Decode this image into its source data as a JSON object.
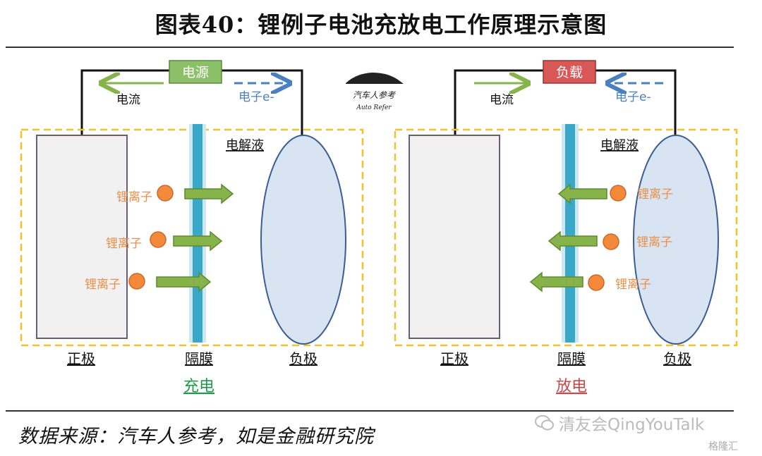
{
  "title": "图表40：锂例子电池充放电工作原理示意图",
  "logo": {
    "cn": "汽车人参考",
    "en": "Auto Refer"
  },
  "charge": {
    "source_label": "电源",
    "current_label": "电流",
    "electron_label": "电子e-",
    "electrolyte_label": "电解液",
    "ion_label": "锂离子",
    "positive_label": "正极",
    "separator_label": "隔膜",
    "negative_label": "负极",
    "mode_label": "充电"
  },
  "discharge": {
    "load_label": "负载",
    "current_label": "电流",
    "electron_label": "电子e-",
    "electrolyte_label": "电解液",
    "ion_label": "锂离子",
    "positive_label": "正极",
    "separator_label": "隔膜",
    "negative_label": "负极",
    "mode_label": "放电"
  },
  "source_note": "数据来源：汽车人参考，如是金融研究院",
  "watermark": "清友会QingYouTalk",
  "watermark2": "格隆汇",
  "colors": {
    "source_box": "#8cc068",
    "load_box": "#d85858",
    "arrow_green": "#86b34a",
    "electron_blue": "#4a7fc1",
    "ion_orange": "#f4893a",
    "ion_text": "#e8904a",
    "separator": "#3aa8c8",
    "dash_border": "#f2c12e",
    "negative_fill": "#d9e4f2",
    "negative_stroke": "#3a5d96",
    "positive_fill": "#f1f1f1",
    "positive_stroke": "#6b5a7a",
    "charge_mode": "#1f9a4a",
    "discharge_mode": "#c84848"
  }
}
